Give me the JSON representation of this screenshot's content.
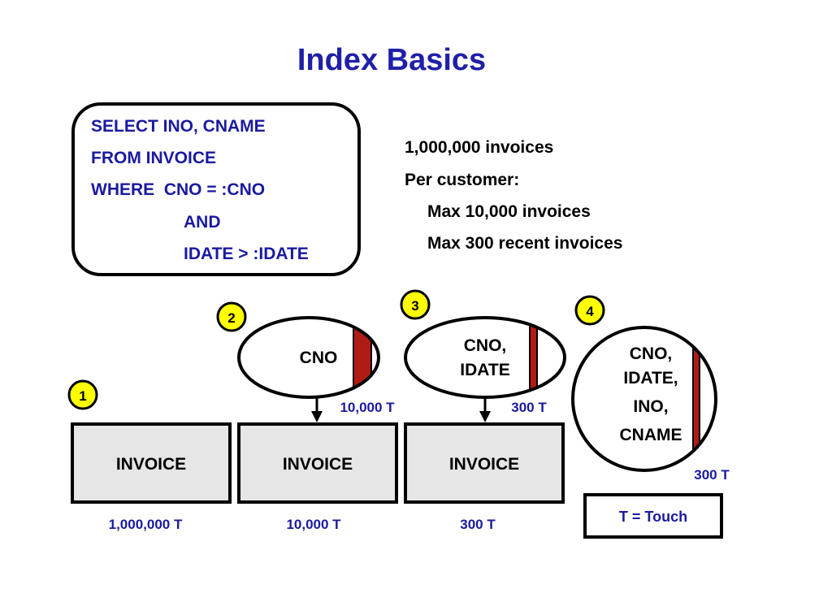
{
  "title": "Index Basics",
  "query": {
    "lines": [
      "SELECT INO, CNAME",
      "FROM INVOICE",
      "WHERE  CNO = :CNO",
      "AND",
      "IDATE > :IDATE"
    ]
  },
  "facts": {
    "lines": [
      "1,000,000 invoices",
      "Per customer:",
      "Max 10,000 invoices",
      "Max 300 recent invoices"
    ]
  },
  "badges": [
    "1",
    "2",
    "3",
    "4"
  ],
  "tables": [
    {
      "label": "INVOICE",
      "touches": "1,000,000 T"
    },
    {
      "label": "INVOICE",
      "touches": "10,000 T"
    },
    {
      "label": "INVOICE",
      "touches": "300 T"
    }
  ],
  "indexes": [
    {
      "lines": [
        "CNO"
      ],
      "touches": "10,000 T"
    },
    {
      "lines": [
        "CNO,",
        "IDATE"
      ],
      "touches": "300 T"
    },
    {
      "lines": [
        "CNO,",
        "IDATE,",
        "INO,",
        "CNAME"
      ],
      "touches": "300 T"
    }
  ],
  "legend": "T = Touch",
  "colors": {
    "title": "#1f1fa8",
    "text": "#000000",
    "query_text": "#1a1aa0",
    "touch_text": "#1a1aa0",
    "badge_fill": "#ffff00",
    "table_fill": "#e6e6e6",
    "index_stripe": "#b01c14"
  }
}
